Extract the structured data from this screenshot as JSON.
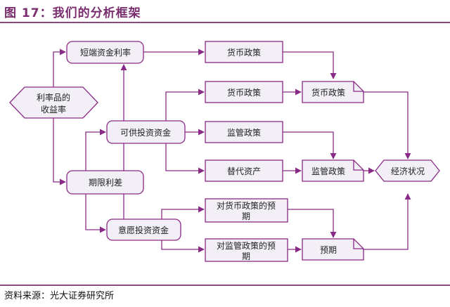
{
  "title": "图 17：我们的分析框架",
  "source": "资料来源：光大证券研究所",
  "colors": {
    "accent": "#7a2d6e",
    "line": "#8a2a87",
    "box_fill": "#f2eff6"
  },
  "nodes": {
    "left": [
      "利率品的",
      "收益率"
    ],
    "short_rate": "短端资金利率",
    "supply": "可供投资资金",
    "term": "期限利差",
    "willing": "意愿投资资金",
    "mp1": "货币政策",
    "mp2": "货币政策",
    "reg": "监管政策",
    "sub": "替代资产",
    "exp_mp": [
      "对货币政策的预",
      "期"
    ],
    "exp_reg": [
      "对监管政策的预",
      "期"
    ],
    "doc_mp": "货币政策",
    "doc_reg": "监管政策",
    "doc_exp": "预期",
    "econ": "经济状况"
  }
}
